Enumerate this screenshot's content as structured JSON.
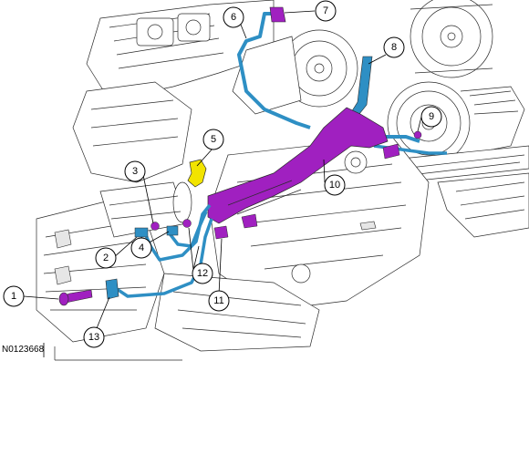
{
  "figure": {
    "id": "N0123668"
  },
  "colors": {
    "highlight_tube": "#2e8fc4",
    "highlight_manifold": "#a020c0",
    "highlight_bracket": "#f2e400",
    "line": "#2b2b2b"
  },
  "callouts": [
    {
      "number": "1"
    },
    {
      "number": "2"
    },
    {
      "number": "3"
    },
    {
      "number": "4"
    },
    {
      "number": "5"
    },
    {
      "number": "6"
    },
    {
      "number": "7"
    },
    {
      "number": "8"
    },
    {
      "number": "9"
    },
    {
      "number": "10"
    },
    {
      "number": "11"
    },
    {
      "number": "12"
    },
    {
      "number": "13"
    }
  ]
}
